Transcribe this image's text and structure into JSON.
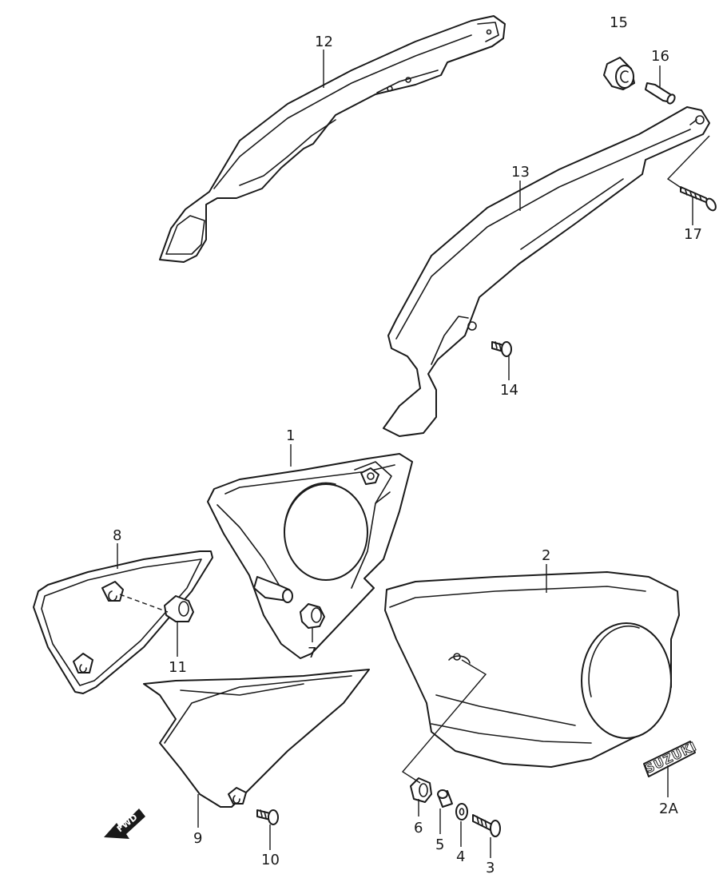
{
  "diagram": {
    "callouts": [
      {
        "id": "c12",
        "label": "12"
      },
      {
        "id": "c15",
        "label": "15"
      },
      {
        "id": "c16",
        "label": "16"
      },
      {
        "id": "c13",
        "label": "13"
      },
      {
        "id": "c17",
        "label": "17"
      },
      {
        "id": "c14",
        "label": "14"
      },
      {
        "id": "c1",
        "label": "1"
      },
      {
        "id": "c8",
        "label": "8"
      },
      {
        "id": "c2",
        "label": "2"
      },
      {
        "id": "c11",
        "label": "11"
      },
      {
        "id": "c7",
        "label": "7"
      },
      {
        "id": "c2A",
        "label": "2A"
      },
      {
        "id": "c9",
        "label": "9"
      },
      {
        "id": "c6",
        "label": "6"
      },
      {
        "id": "c5",
        "label": "5"
      },
      {
        "id": "c4",
        "label": "4"
      },
      {
        "id": "c3",
        "label": "3"
      },
      {
        "id": "c10",
        "label": "10"
      }
    ],
    "emblem_text": "SUZUKI",
    "direction_arrow_text": "FWD"
  }
}
